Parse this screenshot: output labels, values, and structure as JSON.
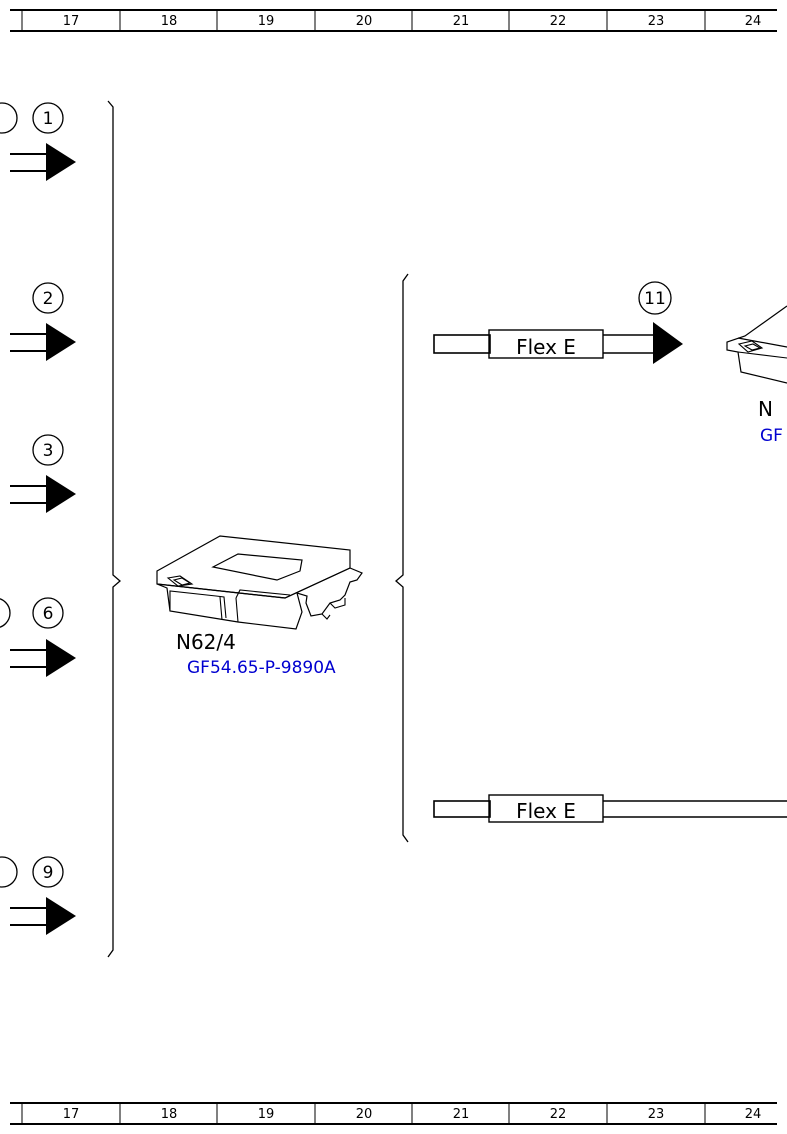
{
  "ruler": {
    "columns": [
      "17",
      "18",
      "19",
      "20",
      "21",
      "22",
      "23",
      "24"
    ]
  },
  "connectors_left": [
    "1",
    "2",
    "3",
    "6",
    "9"
  ],
  "connector_right": "11",
  "bus_labels": [
    "Flex E",
    "Flex E"
  ],
  "component_main": {
    "designation": "N62/4",
    "reference": "GF54.65-P-9890A"
  },
  "component_partial": {
    "designation": "N",
    "reference": "GF"
  },
  "colors": {
    "line": "#000000",
    "reference_link": "#0000d0",
    "background": "#ffffff"
  }
}
